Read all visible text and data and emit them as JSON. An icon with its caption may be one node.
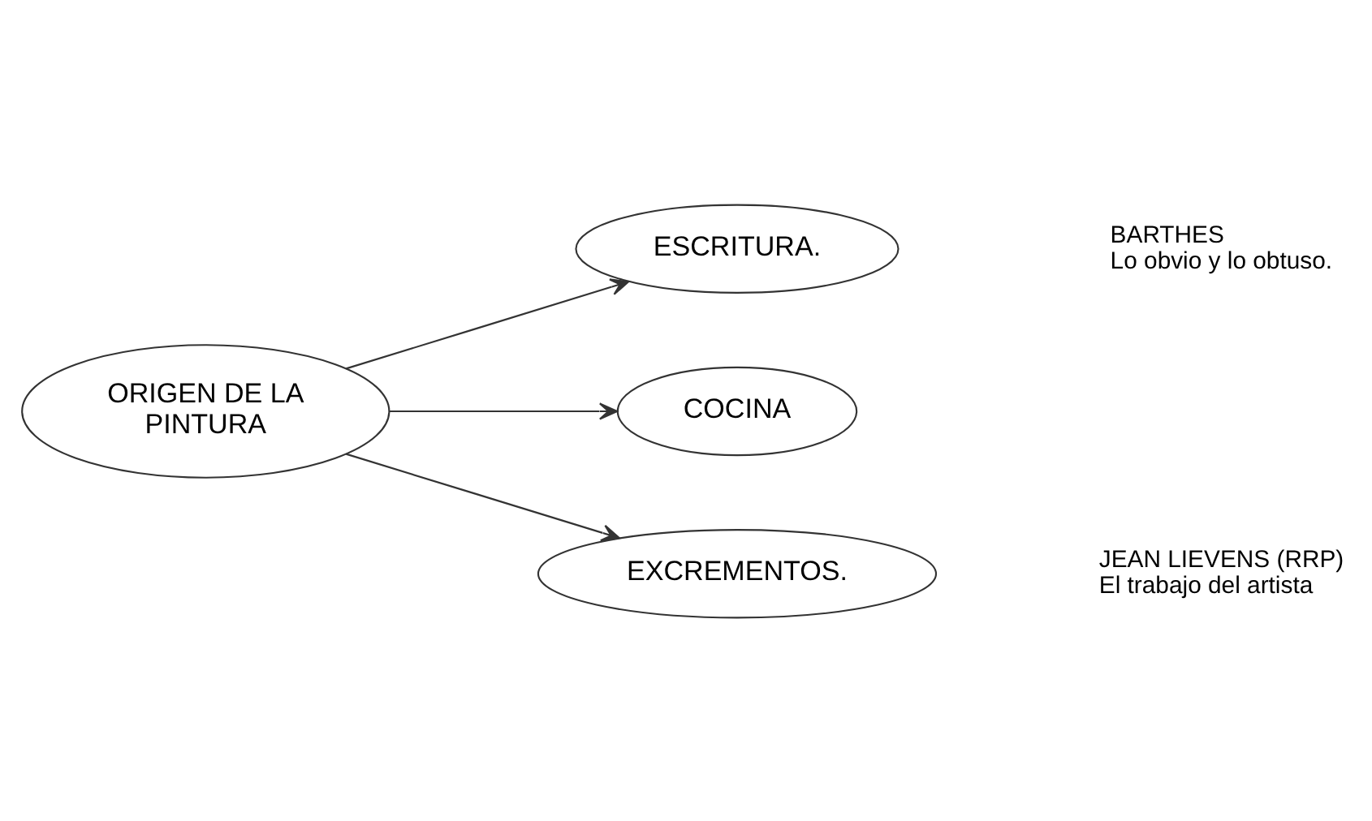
{
  "diagram": {
    "nodes": [
      {
        "text": [
          "ORIGEN DE LA",
          "PINTURA"
        ]
      },
      {
        "text": [
          "ESCRITURA."
        ]
      },
      {
        "text": [
          "COCINA"
        ]
      },
      {
        "text": [
          "EXCREMENTOS."
        ]
      }
    ],
    "edges": [
      {
        "from": 0,
        "to": 1,
        "arrow": "to"
      },
      {
        "from": 0,
        "to": 2,
        "arrow": "to"
      },
      {
        "from": 0,
        "to": 3,
        "arrow": "to"
      }
    ],
    "labels": [
      "BARTHES",
      "Lo obvio y lo obtuso.",
      "JEAN LIEVENS (RRP)",
      "El trabajo del artista"
    ]
  }
}
